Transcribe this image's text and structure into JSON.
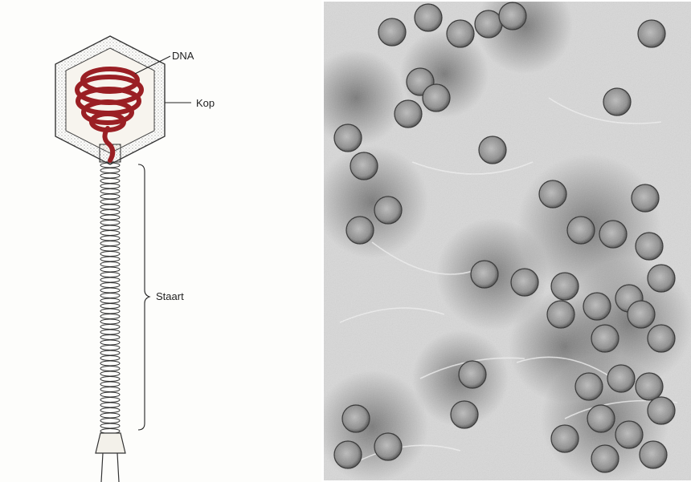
{
  "diagram": {
    "labels": {
      "dna": "DNA",
      "head": "Kop",
      "tail": "Staart"
    },
    "dna_color": "#9a1f24"
  },
  "micrograph": {
    "background": "#d8d8d8"
  }
}
